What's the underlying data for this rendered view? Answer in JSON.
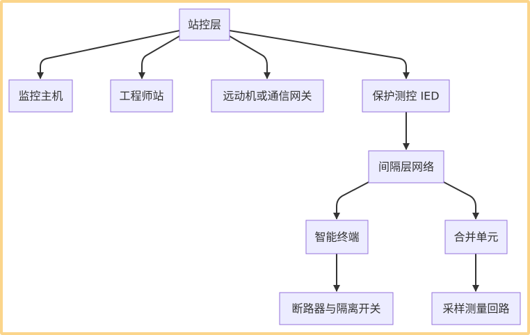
{
  "diagram": {
    "type": "flowchart",
    "nodes": [
      {
        "id": "station",
        "label": "站控层"
      },
      {
        "id": "monitor",
        "label": "监控主机"
      },
      {
        "id": "engineer",
        "label": "工程师站"
      },
      {
        "id": "gateway",
        "label": "远动机或通信网关"
      },
      {
        "id": "ied",
        "label": "保护测控 IED"
      },
      {
        "id": "bay",
        "label": "间隔层网络"
      },
      {
        "id": "terminal",
        "label": "智能终端"
      },
      {
        "id": "merge",
        "label": "合并单元"
      },
      {
        "id": "breaker",
        "label": "断路器与隔离开关"
      },
      {
        "id": "sampling",
        "label": "采样测量回路"
      }
    ],
    "edges": [
      {
        "from": "station",
        "to": "monitor"
      },
      {
        "from": "station",
        "to": "engineer"
      },
      {
        "from": "station",
        "to": "gateway"
      },
      {
        "from": "station",
        "to": "ied"
      },
      {
        "from": "ied",
        "to": "bay"
      },
      {
        "from": "bay",
        "to": "terminal"
      },
      {
        "from": "bay",
        "to": "merge"
      },
      {
        "from": "terminal",
        "to": "breaker"
      },
      {
        "from": "merge",
        "to": "sampling"
      }
    ]
  }
}
